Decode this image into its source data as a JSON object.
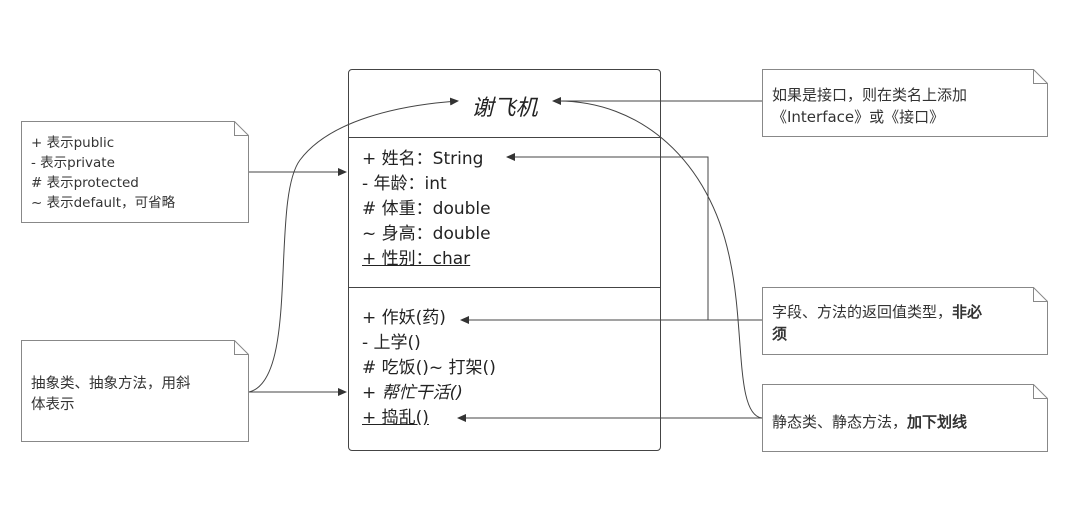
{
  "class": {
    "name": "谢飞机",
    "fields": [
      "+ 姓名：String",
      "- 年龄：int",
      "# 体重：double",
      "~ 身高：double",
      "+ 性别：char"
    ],
    "methods": [
      "+ 作妖(药)",
      "- 上学()",
      "# 吃饭()~ 打架()",
      "+ 帮忙干活()",
      "+ 捣乱()"
    ]
  },
  "notes": {
    "visibility": [
      "+ 表示public",
      "- 表示private",
      "# 表示protected",
      "~ 表示default，可省略"
    ],
    "abstract": [
      "抽象类、抽象方法，用斜",
      "体表示"
    ],
    "interface": [
      "如果是接口，则在类名上添加",
      "《Interface》或《接口》"
    ],
    "return_type": {
      "normal": "字段、方法的返回值类型，",
      "bold_1": "非必",
      "bold_2": "须"
    },
    "static": {
      "normal": "静态类、静态方法，",
      "bold": "加下划线"
    }
  }
}
